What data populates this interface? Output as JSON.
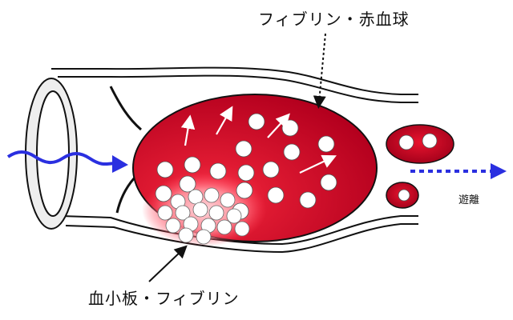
{
  "labels": {
    "fibrin_rbc": "フィブリン・赤血球",
    "platelet_fibrin": "血小板・フィブリン",
    "release": "遊離"
  },
  "colors": {
    "clot_dark": "#b4001e",
    "clot_light": "#ff3650",
    "rbc_white": "#ffffff",
    "platelet_core": "#ffd0d6",
    "flow_arrow": "#2a2fe0",
    "outline": "#111111"
  },
  "icons": {
    "flow": "wavy-arrow-icon",
    "release": "dotted-arrow-icon"
  }
}
